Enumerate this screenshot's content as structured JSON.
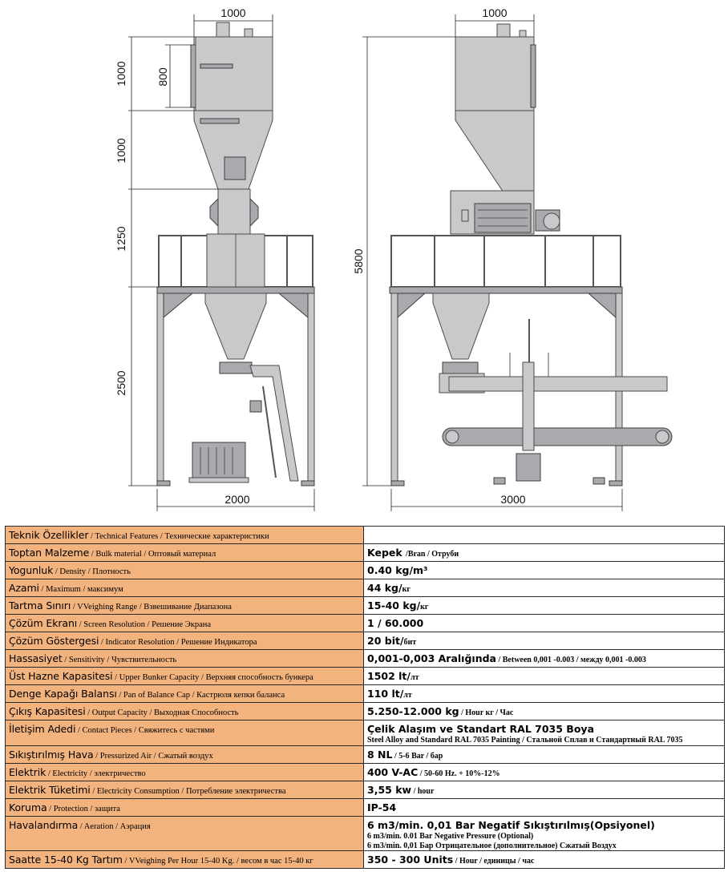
{
  "drawing": {
    "dims": {
      "left_top_width": "1000",
      "left_h1": "1000",
      "left_h_inner": "800",
      "left_h2": "1000",
      "left_h3": "1250",
      "left_h4": "2500",
      "left_bottom_width": "2000",
      "right_top_width": "1000",
      "right_total_height": "5800",
      "right_bottom_width": "3000"
    }
  },
  "table": {
    "rows": [
      {
        "tr": "Teknik Özellikler",
        "en": " / Technical Features / Технические характеристики",
        "v": "",
        "vs": ""
      },
      {
        "tr": "Toptan Malzeme",
        "en": " / Bulk material / Оптовый материал",
        "v": "Kepek ",
        "vs": " /Bran / Отруби"
      },
      {
        "tr": "Yogunluk",
        "en": " / Density / Плотность",
        "v": "0.40 kg/m³",
        "vs": ""
      },
      {
        "tr": "Azami",
        "en": " / Maximum / максимум",
        "v": "44 kg/",
        "vs": "кг"
      },
      {
        "tr": "Tartma Sınırı",
        "en": " / VVeighing Range / Взвешивание Диапазона",
        "v": "15-40 kg/",
        "vs": "кг"
      },
      {
        "tr": "Çözüm Ekranı",
        "en": " / Screen Resolution / Решение Экрана",
        "v": "1 / 60.000",
        "vs": ""
      },
      {
        "tr": "Çözüm Göstergesi",
        "en": " / Indicator Resolution / Решение Индикатора",
        "v": "20 bit/",
        "vs": "бит"
      },
      {
        "tr": "Hassasiyet",
        "en": " / Sensitivity / Чувствительность",
        "v": "0,001-0,003 Aralığında",
        "vs": " / Between 0,001 -0.003 / между 0,001 -0.003"
      },
      {
        "tr": "Üst Hazne Kapasitesi",
        "en": " / Upper Bunker Capacity / Верхняя способность бункера",
        "v": "1502 lt/",
        "vs": "лт"
      },
      {
        "tr": "Denge Kapağı Balansı",
        "en": " / Pan of Balance Cap / Кастрюля кепки баланса",
        "v": "110 lt/",
        "vs": "лт"
      },
      {
        "tr": "Çıkış Kapasitesi",
        "en": " / Output Capacity / Выходная Способность",
        "v": "5.250-12.000 kg",
        "vs": " / Hour кг / Час"
      },
      {
        "tr": "İletişim Adedi",
        "en": " / Contact Pieces / Свяжитесь с частями",
        "v": "Çelik Alaşım ve Standart RAL 7035 Boya",
        "vs": "",
        "lines": [
          "Steel Alloy and Standard RAL 7035 Painting / Стальной Сплав и Стандартный RAL 7035"
        ]
      },
      {
        "tr": "Sıkıştırılmış Hava",
        "en": " / Pressurized Air / Сжатый воздух",
        "v": "8 NL",
        "vs": " / 5-6 Bar / бар"
      },
      {
        "tr": "Elektrik",
        "en": " / Electricity / электричество",
        "v": "400 V-AC",
        "vs": " / 50-60 Hz. + 10%-12%"
      },
      {
        "tr": "Elektrik Tüketimi",
        "en": " / Electricity Consumption / Потребление электричества",
        "v": "3,55 kw",
        "vs": " / hour"
      },
      {
        "tr": "Koruma",
        "en": " / Protection / защита",
        "v": "IP-54",
        "vs": ""
      },
      {
        "tr": "Havalandırma",
        "en": " / Aeration / Аэрация",
        "v": "6 m3/min. 0,01 Bar Negatif Sıkıştırılmış(Opsiyonel)",
        "vs": "",
        "lines": [
          "6 m3/min. 0.01 Bar Negative Pressure (Optional)",
          "6 m3/min. 0,01 Бар Отрицательное (дополнительное) Сжатый Воздух"
        ]
      },
      {
        "tr": "Saatte 15-40 Kg Tartım",
        "en": " / VVeighing Per Hour 15-40 Kg. / весом в час 15-40 кг",
        "v": "350 - 300 Units",
        "vs": " / Hour / единицы / час"
      }
    ]
  }
}
